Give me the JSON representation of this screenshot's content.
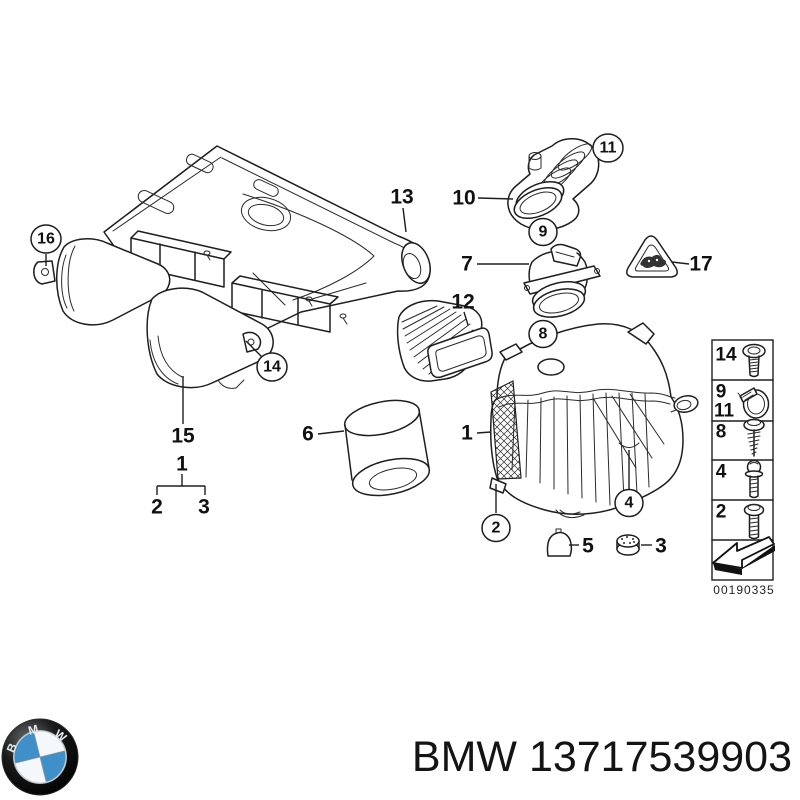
{
  "colors": {
    "line": "#1e1e1e",
    "text": "#141414",
    "bmw_blue": "#3f8fc8"
  },
  "callouts": {
    "c16": "16",
    "c14": "14",
    "c11": "11",
    "c9": "9",
    "c8": "8",
    "c4": "4",
    "c2": "2",
    "t13": "13",
    "t10": "10",
    "t7": "7",
    "t17": "17",
    "t12": "12",
    "t15": "15",
    "t1_group": "1",
    "t2_group": "2",
    "t3_group": "3",
    "t6": "6",
    "t1_housing": "1",
    "t5": "5",
    "t3_grommet": "3"
  },
  "legend": {
    "rows": [
      {
        "label": "14",
        "icon": "machine-bolt"
      },
      {
        "label": "9",
        "label2": "11",
        "icon": "hose-clamp"
      },
      {
        "label": "8",
        "icon": "self-tapping-screw"
      },
      {
        "label": "4",
        "icon": "hex-bolt"
      },
      {
        "label": "2",
        "icon": "flange-bolt"
      }
    ],
    "doc_number": "00190335"
  },
  "footer": {
    "logo_letters": {
      "b": "B",
      "m": "M",
      "w": "W"
    },
    "part_label": "BMW 13717539903"
  }
}
